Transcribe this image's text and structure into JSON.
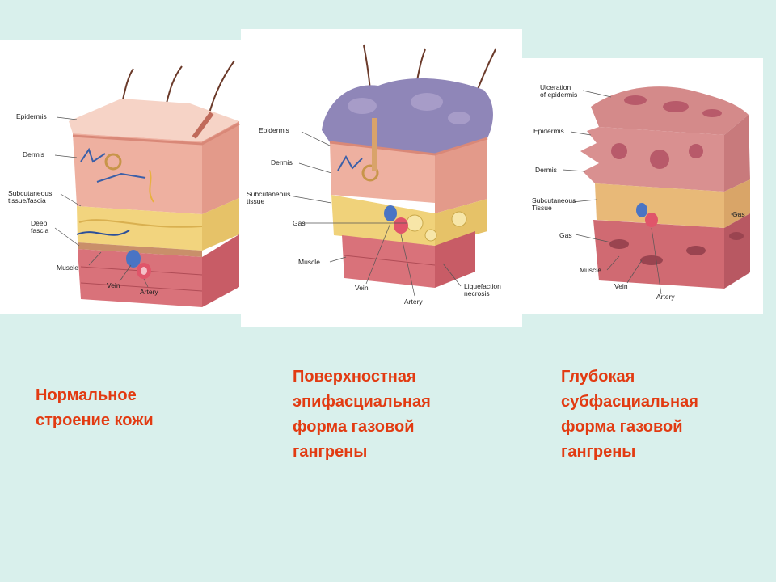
{
  "diagrams": [
    {
      "labels": {
        "epidermis": "Epidermis",
        "dermis": "Dermis",
        "subcutaneous": "Subcutaneous\ntissue/fascia",
        "deep_fascia": "Deep\nfascia",
        "muscle": "Muscle",
        "vein": "Vein",
        "artery": "Artery"
      },
      "caption": "Нормальное\nстроение кожи"
    },
    {
      "labels": {
        "epidermis": "Epidermis",
        "dermis": "Dermis",
        "subcutaneous": "Subcutaneous\ntissue",
        "gas": "Gas",
        "muscle": "Muscle",
        "vein": "Vein",
        "artery": "Artery",
        "liquefaction": "Liquefaction\nnecrosis"
      },
      "caption": "Поверхностная\nэпифасциальная\nформа газовой\nгангрены"
    },
    {
      "labels": {
        "ulceration": "Ulceration\nof epidermis",
        "epidermis": "Epidermis",
        "dermis": "Dermis",
        "subcutaneous": "Subcutaneous\nTissue",
        "gas_right": "Gas",
        "gas": "Gas",
        "muscle": "Muscle",
        "vein": "Vein",
        "artery": "Artery"
      },
      "caption": "Глубокая\nсубфасциальная\nформа газовой\nгангрены"
    }
  ],
  "colors": {
    "background": "#d9f0ec",
    "caption": "#e23b12",
    "epidermis_normal": "#f2c4b4",
    "dermis": "#e9a99a",
    "fat": "#f0d27a",
    "muscle": "#d9727a",
    "necrosis_purple": "#8f86b8",
    "ulcer": "#b85a6a"
  }
}
